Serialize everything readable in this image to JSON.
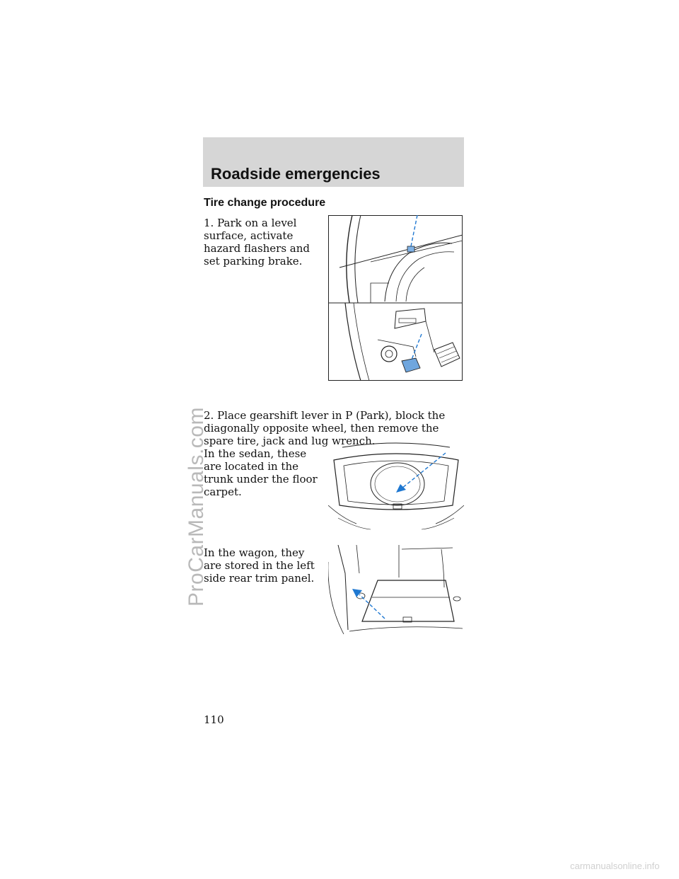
{
  "watermark": "ProCarManuals.com",
  "header": {
    "title": "Roadside emergencies"
  },
  "section": {
    "title": "Tire change procedure"
  },
  "steps": [
    "1. Park on a level surface, activate hazard flashers and set parking brake.",
    "2. Place gearshift lever in P (Park), block the diagonally opposite wheel, then remove the spare tire, jack and lug wrench.",
    "In the sedan, these are located in the trunk under the floor carpet.",
    "In the wagon, they are stored in the left side rear trim panel."
  ],
  "page_number": "110",
  "footer": "carmanualsonline.info",
  "colors": {
    "accent_arrow": "#1f78d1",
    "header_bg": "#d6d6d6"
  }
}
